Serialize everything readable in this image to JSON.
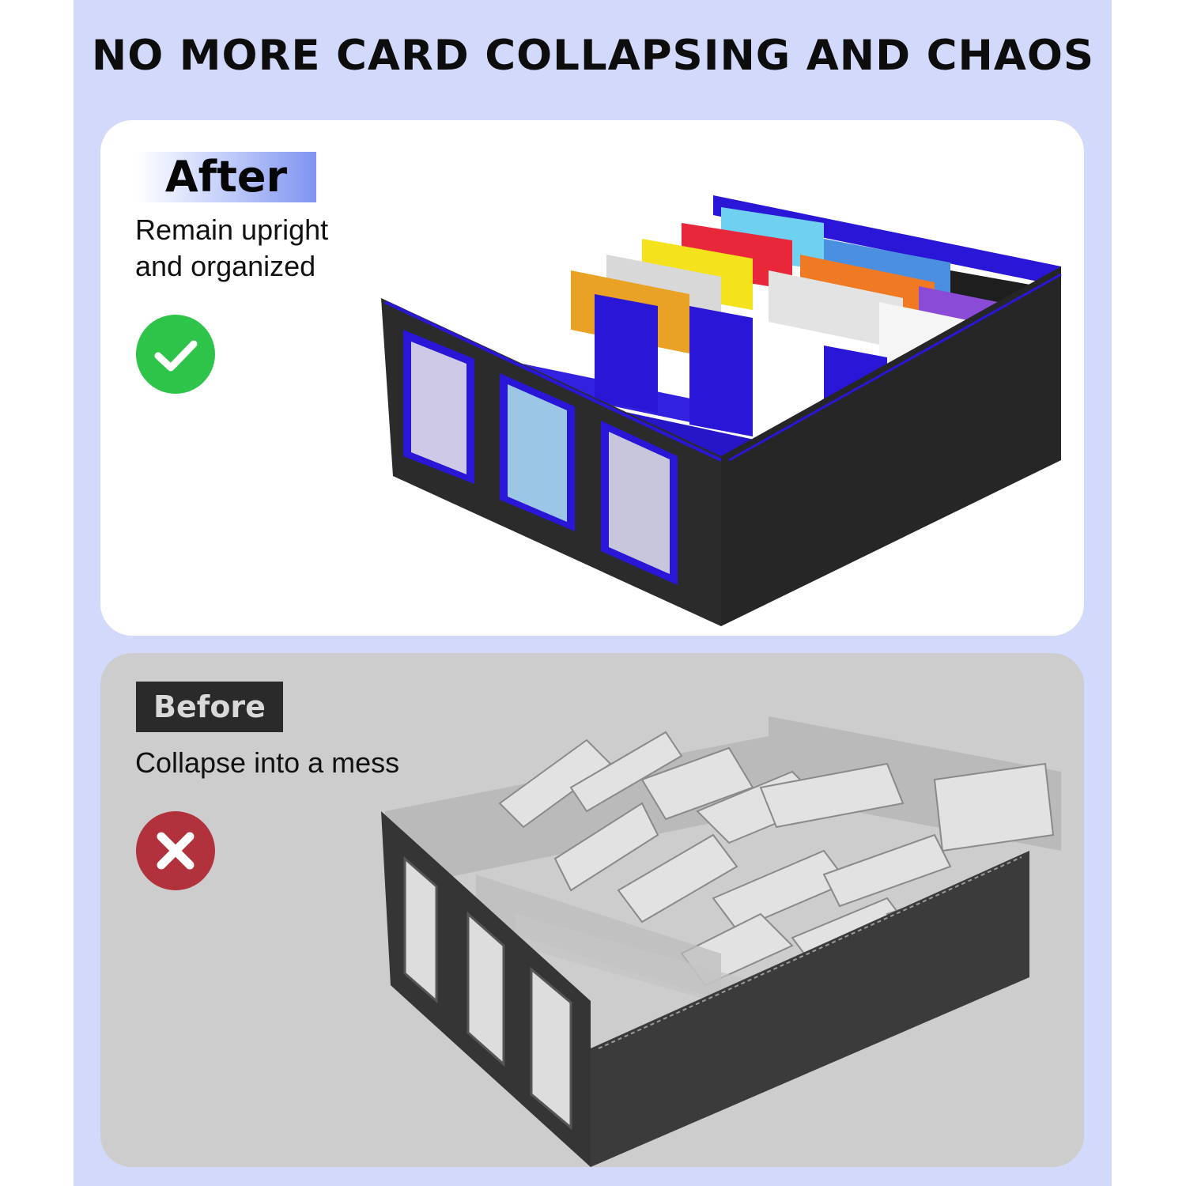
{
  "headline": "NO MORE CARD COLLAPSING AND CHAOS",
  "after": {
    "tag": "After",
    "description": "Remain upright\nand organized",
    "status_icon": "check-circle-icon",
    "status_color": "#2ec349",
    "box_color": "#2a2a2a",
    "accent_color": "#2a16d6"
  },
  "before": {
    "tag": "Before",
    "description": "Collapse into a mess",
    "status_icon": "x-circle-icon",
    "status_color": "#b1323c",
    "box_color": "#3a3a3a"
  },
  "colors": {
    "background": "#d2d9fb",
    "after_panel": "#ffffff",
    "before_panel": "#cdcdcd"
  }
}
